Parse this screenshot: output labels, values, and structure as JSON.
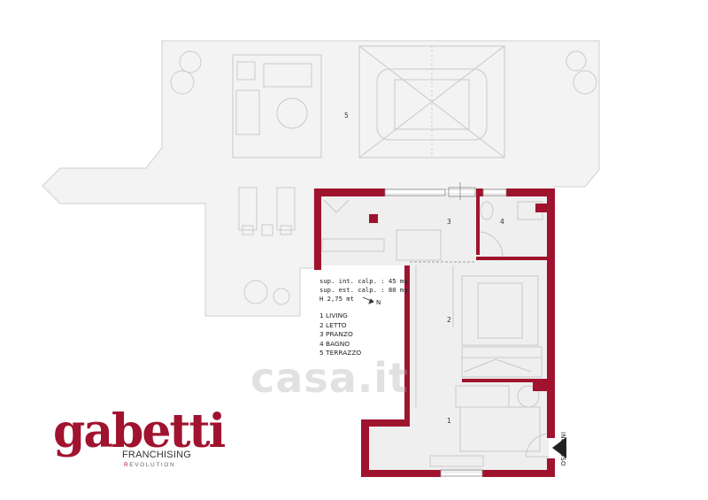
{
  "colors": {
    "wall": "#a0132e",
    "terrace_fill": "#f3f3f3",
    "terrace_line": "#cfcfcf",
    "floor_fill": "#efefef",
    "furniture_line": "#c8c8c8",
    "brand": "#a0132e"
  },
  "info": {
    "lines": [
      "sup. int. calp. : 45 mq",
      "sup. est. calp. : 80 mq",
      "H 2,75 mt"
    ],
    "north_label": "N"
  },
  "legend": {
    "items": [
      "1 LIVING",
      "2 LETTO",
      "3 PRANZO",
      "4 BAGNO",
      "5 TERRAZZO"
    ]
  },
  "rooms": {
    "living": "1",
    "letto": "2",
    "pranzo": "3",
    "bagno": "4",
    "terrazzo": "5"
  },
  "entry_label": "INGRESSO",
  "watermark": "casa.it",
  "logo": {
    "wordmark": "gabetti",
    "subtitle": "FRANCHISING",
    "tagline_accent": "R",
    "tagline_rest": "EVOLUTION"
  }
}
